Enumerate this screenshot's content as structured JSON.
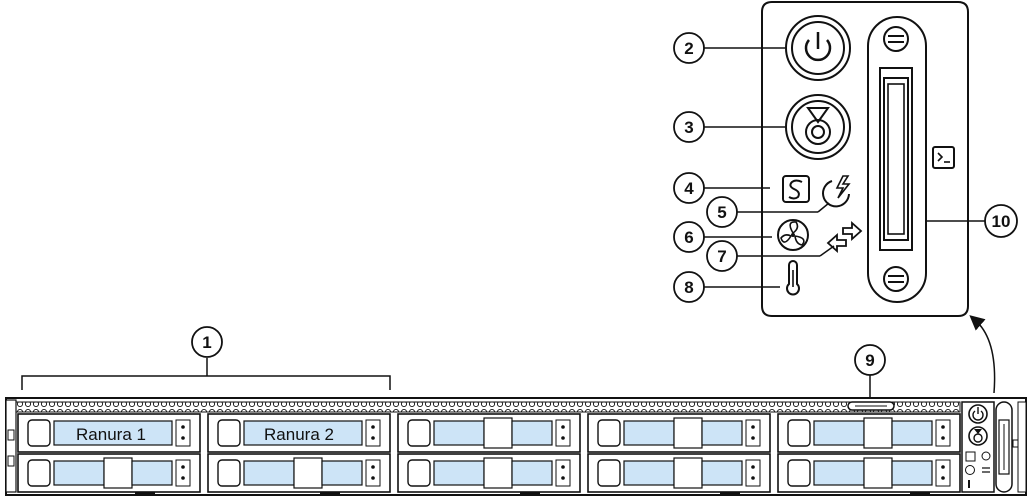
{
  "callouts": {
    "c1": "1",
    "c2": "2",
    "c3": "3",
    "c4": "4",
    "c5": "5",
    "c6": "6",
    "c7": "7",
    "c8": "8",
    "c9": "9",
    "c10": "10"
  },
  "slots": {
    "slot1": "Ranura 1",
    "slot2": "Ranura 2"
  },
  "colors": {
    "drive_window": "#cde4f7",
    "outline": "#111111",
    "panel_fill": "#ffffff"
  },
  "icons": {
    "power": "power-icon",
    "identify": "unit-identify-icon",
    "system_status": "system-status-icon",
    "power_status": "power-status-icon",
    "fan_status": "fan-icon",
    "network": "network-link-icon",
    "temperature": "thermometer-icon",
    "console": "console-icon",
    "pull_tab": "asset-tag-pull-tab"
  }
}
